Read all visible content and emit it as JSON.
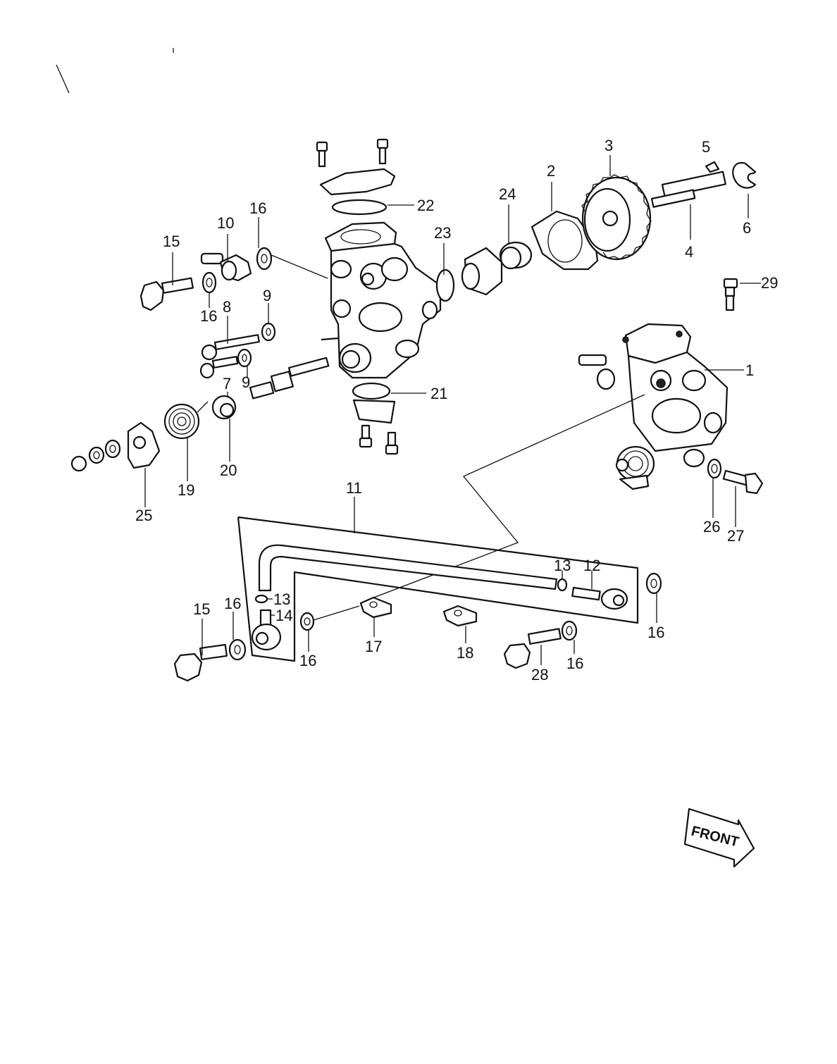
{
  "callouts": [
    {
      "id": "c1",
      "text": "1"
    },
    {
      "id": "c2",
      "text": "2"
    },
    {
      "id": "c3",
      "text": "3"
    },
    {
      "id": "c4",
      "text": "4"
    },
    {
      "id": "c5",
      "text": "5"
    },
    {
      "id": "c6",
      "text": "6"
    },
    {
      "id": "c7",
      "text": "7"
    },
    {
      "id": "c8",
      "text": "8"
    },
    {
      "id": "c9a",
      "text": "9"
    },
    {
      "id": "c9b",
      "text": "9"
    },
    {
      "id": "c10",
      "text": "10"
    },
    {
      "id": "c11",
      "text": "11"
    },
    {
      "id": "c12",
      "text": "12"
    },
    {
      "id": "c13a",
      "text": "13"
    },
    {
      "id": "c13b",
      "text": "13"
    },
    {
      "id": "c14",
      "text": "14"
    },
    {
      "id": "c15a",
      "text": "15"
    },
    {
      "id": "c15b",
      "text": "15"
    },
    {
      "id": "c16a",
      "text": "16"
    },
    {
      "id": "c16b",
      "text": "16"
    },
    {
      "id": "c16c",
      "text": "16"
    },
    {
      "id": "c16d",
      "text": "16"
    },
    {
      "id": "c16e",
      "text": "16"
    },
    {
      "id": "c16f",
      "text": "16"
    },
    {
      "id": "c17",
      "text": "17"
    },
    {
      "id": "c18",
      "text": "18"
    },
    {
      "id": "c19",
      "text": "19"
    },
    {
      "id": "c20",
      "text": "20"
    },
    {
      "id": "c21",
      "text": "21"
    },
    {
      "id": "c22",
      "text": "22"
    },
    {
      "id": "c23",
      "text": "23"
    },
    {
      "id": "c24",
      "text": "24"
    },
    {
      "id": "c25",
      "text": "25"
    },
    {
      "id": "c26",
      "text": "26"
    },
    {
      "id": "c27",
      "text": "27"
    },
    {
      "id": "c28",
      "text": "28"
    },
    {
      "id": "c29",
      "text": "29"
    }
  ],
  "front_label": "FRONT"
}
